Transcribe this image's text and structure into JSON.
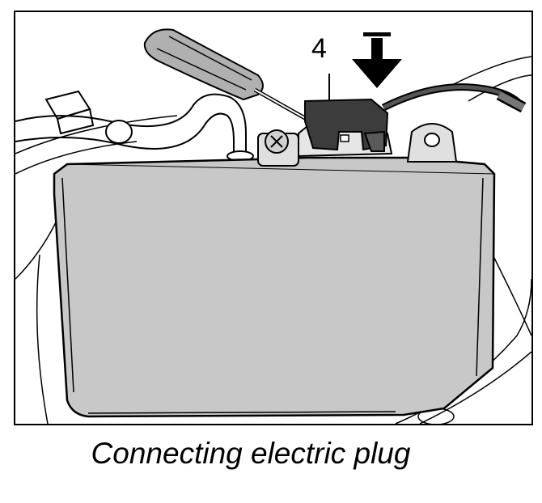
{
  "figure": {
    "callout_label": "4",
    "caption": "Connecting electric plug",
    "colors": {
      "line": "#000000",
      "housing": "#c8c8c8",
      "plug": "#3c3c3c",
      "background": "#ffffff"
    },
    "icons": [
      "screwdriver",
      "down-arrow",
      "screw",
      "cable",
      "electric-plug"
    ]
  }
}
